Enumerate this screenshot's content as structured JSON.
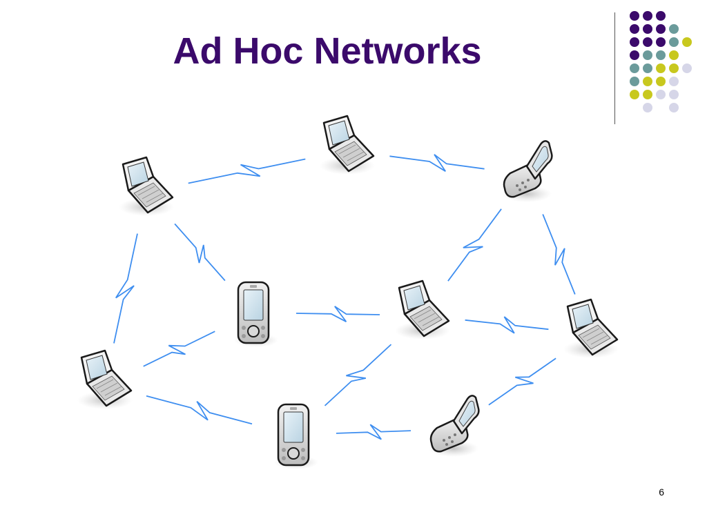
{
  "slide": {
    "title": "Ad Hoc Networks",
    "page_number": "6",
    "colors": {
      "title": "#3b0a6b",
      "link": "#3e8ef0",
      "dots": [
        "#3b0a6b",
        "#6b9b9b",
        "#c8c81e",
        "#d6d6e8"
      ]
    }
  },
  "diagram": {
    "nodes": [
      {
        "id": "laptop-a",
        "type": "laptop"
      },
      {
        "id": "laptop-b",
        "type": "laptop"
      },
      {
        "id": "phone-a",
        "type": "phone"
      },
      {
        "id": "laptop-c",
        "type": "laptop"
      },
      {
        "id": "pda-a",
        "type": "pda"
      },
      {
        "id": "laptop-d",
        "type": "laptop"
      },
      {
        "id": "laptop-e",
        "type": "laptop"
      },
      {
        "id": "laptop-f",
        "type": "laptop"
      },
      {
        "id": "pda-b",
        "type": "pda"
      },
      {
        "id": "phone-b",
        "type": "phone"
      }
    ],
    "links": [
      [
        "laptop-a",
        "laptop-b"
      ],
      [
        "laptop-b",
        "phone-a"
      ],
      [
        "laptop-a",
        "pda-a"
      ],
      [
        "laptop-a",
        "laptop-c"
      ],
      [
        "phone-a",
        "laptop-e"
      ],
      [
        "phone-a",
        "laptop-d"
      ],
      [
        "pda-a",
        "laptop-c"
      ],
      [
        "pda-a",
        "laptop-d"
      ],
      [
        "laptop-d",
        "laptop-e"
      ],
      [
        "laptop-c",
        "pda-b"
      ],
      [
        "laptop-d",
        "pda-b"
      ],
      [
        "pda-b",
        "phone-b"
      ],
      [
        "phone-b",
        "laptop-e"
      ]
    ]
  }
}
